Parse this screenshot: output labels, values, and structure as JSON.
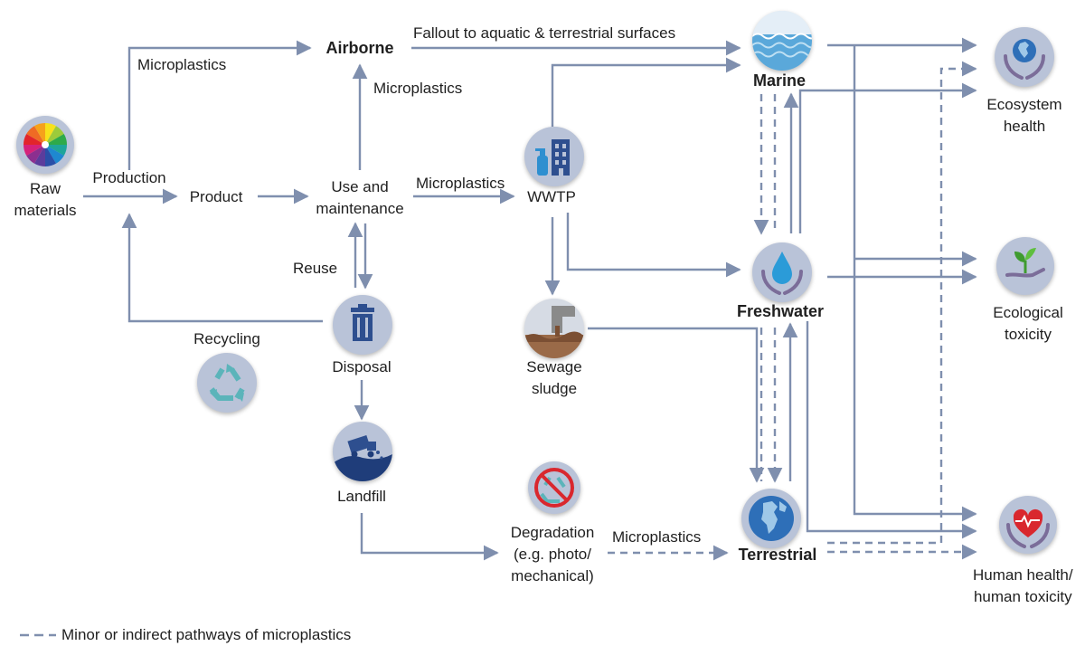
{
  "nodes": {
    "raw_materials": "Raw\nmaterials",
    "production": "Production",
    "product": "Product",
    "use_maintenance": "Use and\nmaintenance",
    "airborne": "Airborne",
    "wwtp": "WWTP",
    "marine": "Marine",
    "freshwater": "Freshwater",
    "terrestrial": "Terrestrial",
    "sewage_sludge": "Sewage\nsludge",
    "disposal": "Disposal",
    "landfill": "Landfill",
    "degradation": "Degradation\n(e.g. photo/\nmechanical)",
    "recycling": "Recycling",
    "reuse": "Reuse"
  },
  "edge_labels": {
    "microplastics_to_air": "Microplastics",
    "microplastics_use_to_air": "Microplastics",
    "fallout": "Fallout to aquatic & terrestrial surfaces",
    "microplastics_to_wwtp": "Microplastics",
    "microplastics_degradation": "Microplastics"
  },
  "outcomes": {
    "ecosystem_health": "Ecosystem\nhealth",
    "ecological_toxicity": "Ecological\ntoxicity",
    "human_health": "Human health/\nhuman toxicity"
  },
  "legend": {
    "dashed": "Minor or indirect pathways of microplastics"
  },
  "colors": {
    "arrow": "#7f8fae",
    "icon_bg": "#b9c3d8",
    "navy": "#2e4f8f",
    "teal": "#5bb4ba",
    "red_heart": "#d9272e",
    "green_leaf": "#3f9b2f"
  }
}
